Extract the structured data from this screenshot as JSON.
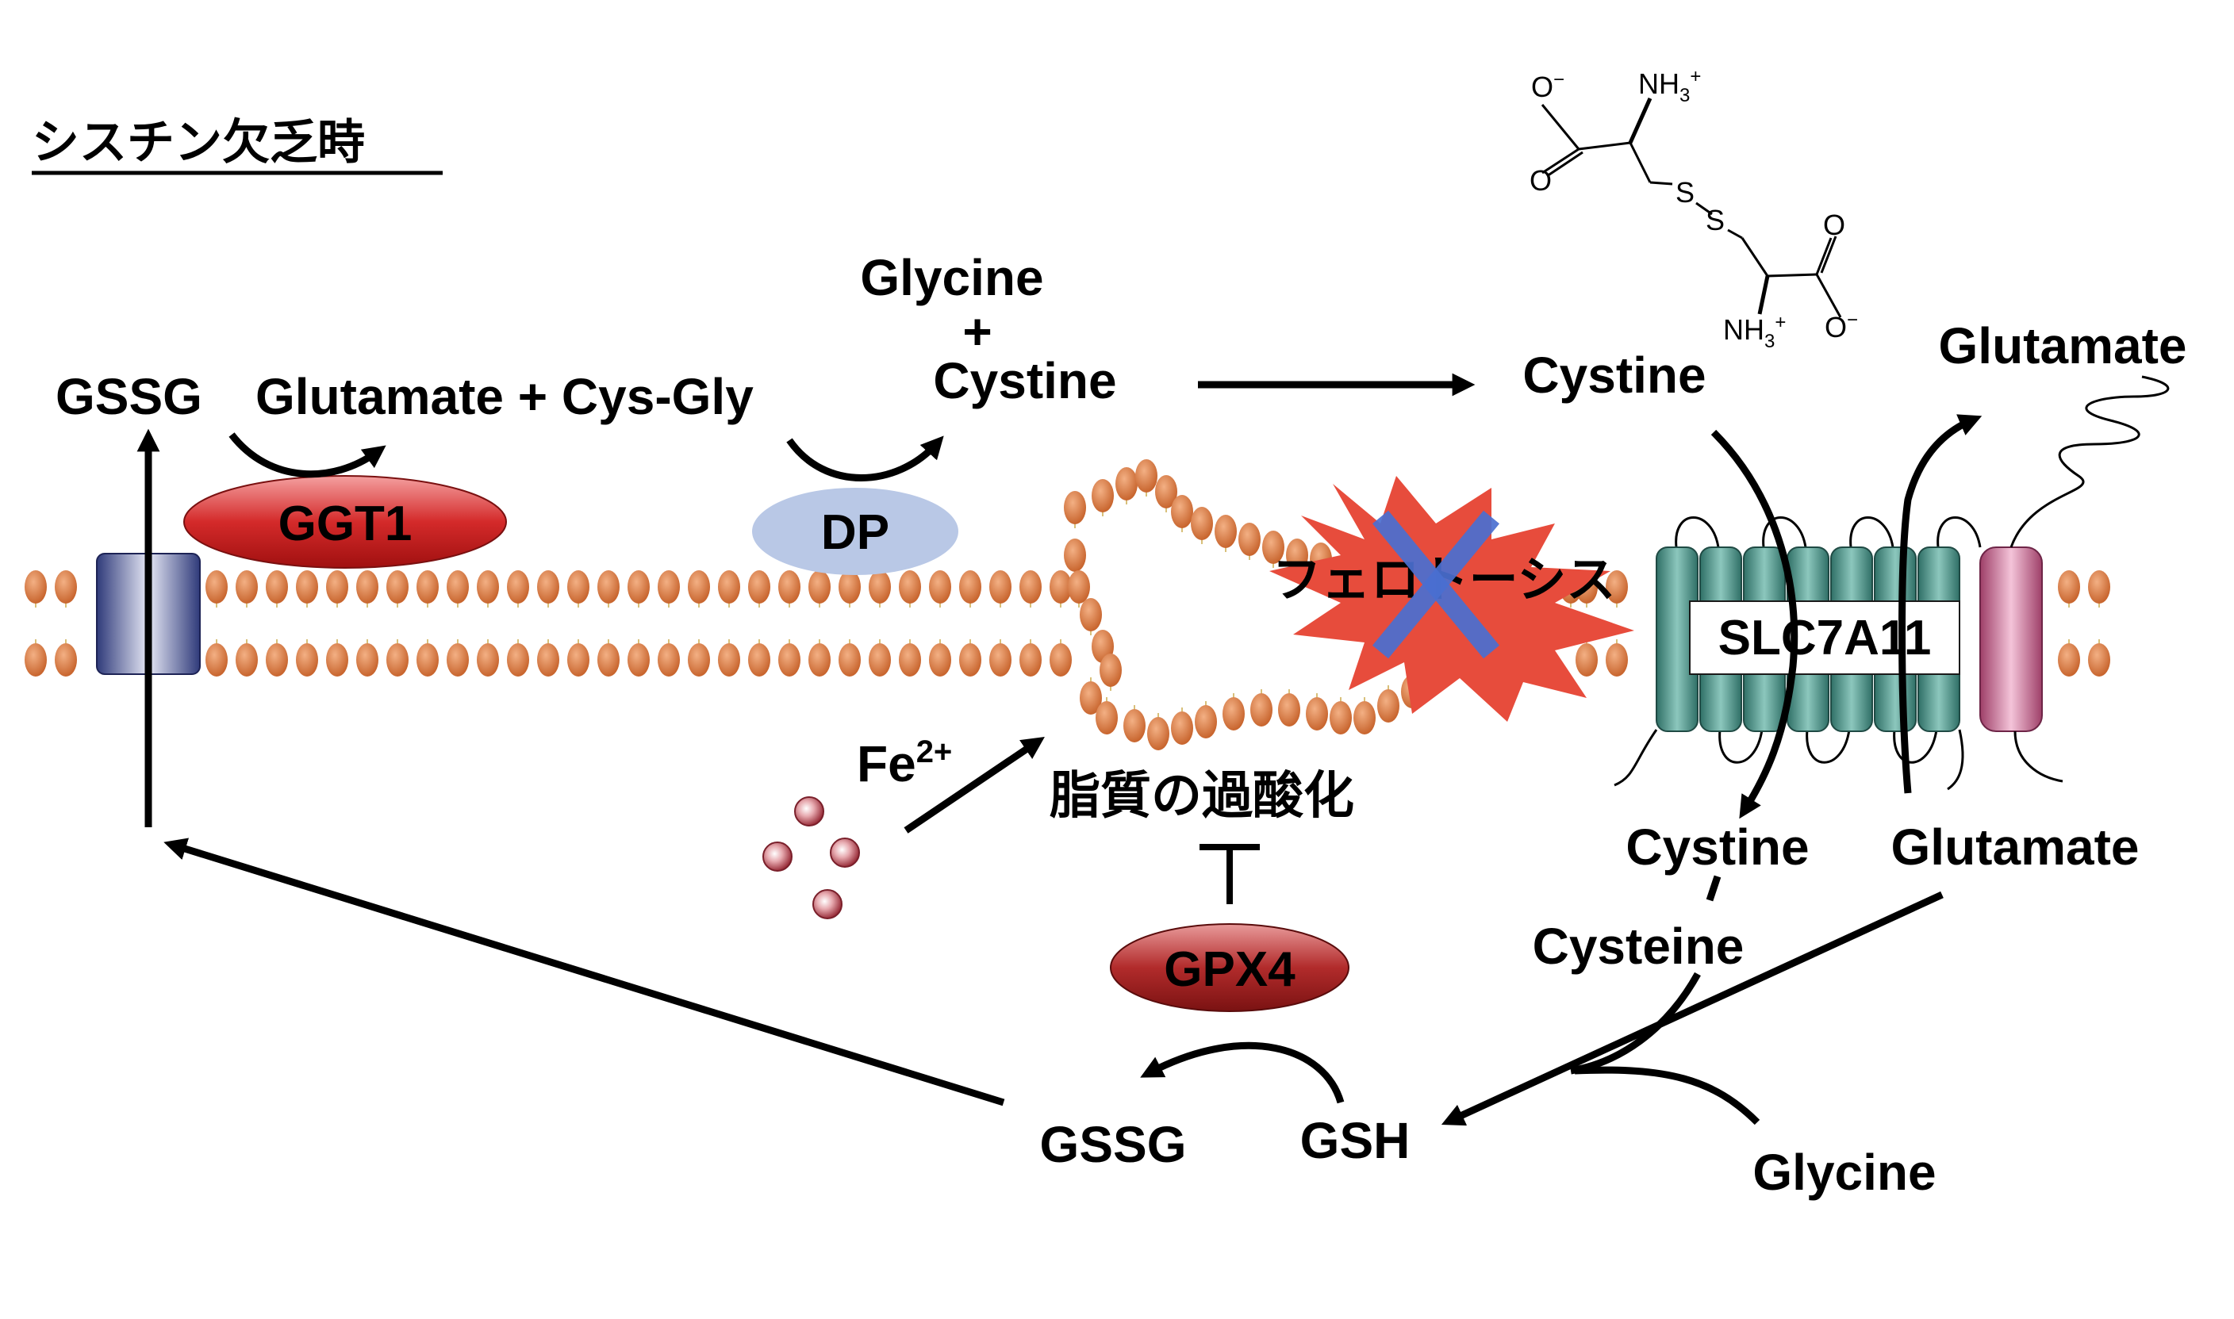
{
  "title": "シスチン欠乏時",
  "labels": {
    "gssg_top": "GSSG",
    "glutamate_cysgly": "Glutamate + Cys-Gly",
    "glycine_top": "Glycine",
    "plus": "+",
    "cystine_top": "Cystine",
    "cystine_right": "Cystine",
    "glutamate_right": "Glutamate",
    "cystine_inside": "Cystine",
    "glutamate_inside": "Glutamate",
    "cysteine": "Cysteine",
    "glycine_bottom": "Glycine",
    "gsh": "GSH",
    "gssg_bottom": "GSSG",
    "lipid_perox": "脂質の過酸化",
    "fe_base": "Fe",
    "fe_charge": "2+",
    "ferroptosis": "フェロトーシス"
  },
  "enzymes": {
    "ggt1": "GGT1",
    "dp": "DP",
    "gpx4": "GPX4",
    "slc7a11": "SLC7A11"
  },
  "structure": {
    "o_minus_1": "O",
    "minus": "−",
    "nh3_1": "NH",
    "nh3_sub": "3",
    "nh3_sup": "+",
    "o_1": "O",
    "s_1": "S",
    "s_2": "S",
    "o_2": "O",
    "nh3_2": "NH",
    "o_minus_2": "O"
  },
  "colors": {
    "lipid_head": "#e0824a",
    "enzyme_red": "#d42a2a",
    "dp_blue": "#b9c8e6",
    "transporter_teal": "#4e9a8e",
    "transporter_pink": "#d2719a",
    "burst_red": "#e74c3c",
    "cross_blue": "#4a6fd1",
    "iron": "#b8434e"
  }
}
